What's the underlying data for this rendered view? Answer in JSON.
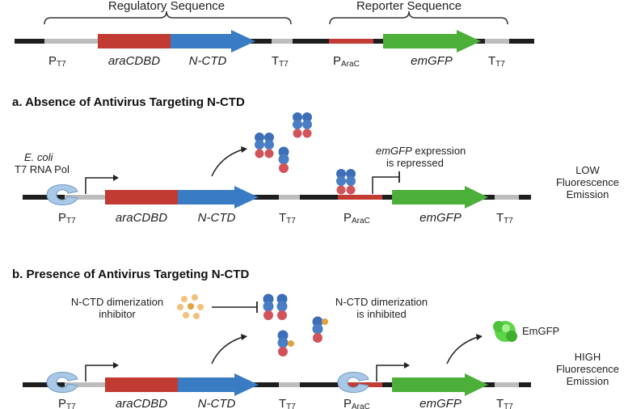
{
  "top": {
    "regulatory_label": "Regulatory Sequence",
    "reporter_label": "Reporter Sequence",
    "elements": {
      "promoter_t7": "P",
      "promoter_t7_sub": "T7",
      "aracdbd": "araCDBD",
      "nctd": "N-CTD",
      "terminator_t7": "T",
      "terminator_t7_sub": "T7",
      "promoter_arac": "P",
      "promoter_arac_sub": "AraC",
      "emgfp": "emGFP",
      "terminator_t7b": "T",
      "terminator_t7b_sub": "T7"
    }
  },
  "panel_a": {
    "title": "a. Absence of Antivirus Targeting N-CTD",
    "ecoli": "E. coli",
    "polymerase": "T7 RNA Pol",
    "expression_gene": "emGFP",
    "expression_text": " expression",
    "repressed_text": "is repressed",
    "outcome_line1": "LOW",
    "outcome_line2": "Fluorescence",
    "outcome_line3": "Emission"
  },
  "panel_b": {
    "title": "b. Presence of Antivirus Targeting N-CTD",
    "inhibitor_line1": "N-CTD dimerization",
    "inhibitor_line2": "inhibitor",
    "inhibited_line1": "N-CTD dimerization",
    "inhibited_line2": "is inhibited",
    "emgfp_protein": "EmGFP",
    "outcome_line1": "HIGH",
    "outcome_line2": "Fluorescence",
    "outcome_line3": "Emission"
  },
  "colors": {
    "dna": "#1e1e1e",
    "grey_segment": "#bdbdbd",
    "aracdbd": "#c23b33",
    "nctd": "#3a7cc4",
    "emgfp": "#4caf3a",
    "protein_blue": "#3d6fb8",
    "protein_red": "#d2545a",
    "inhibitor": "#e0a23c",
    "polymerase": "#a9c8e6"
  }
}
